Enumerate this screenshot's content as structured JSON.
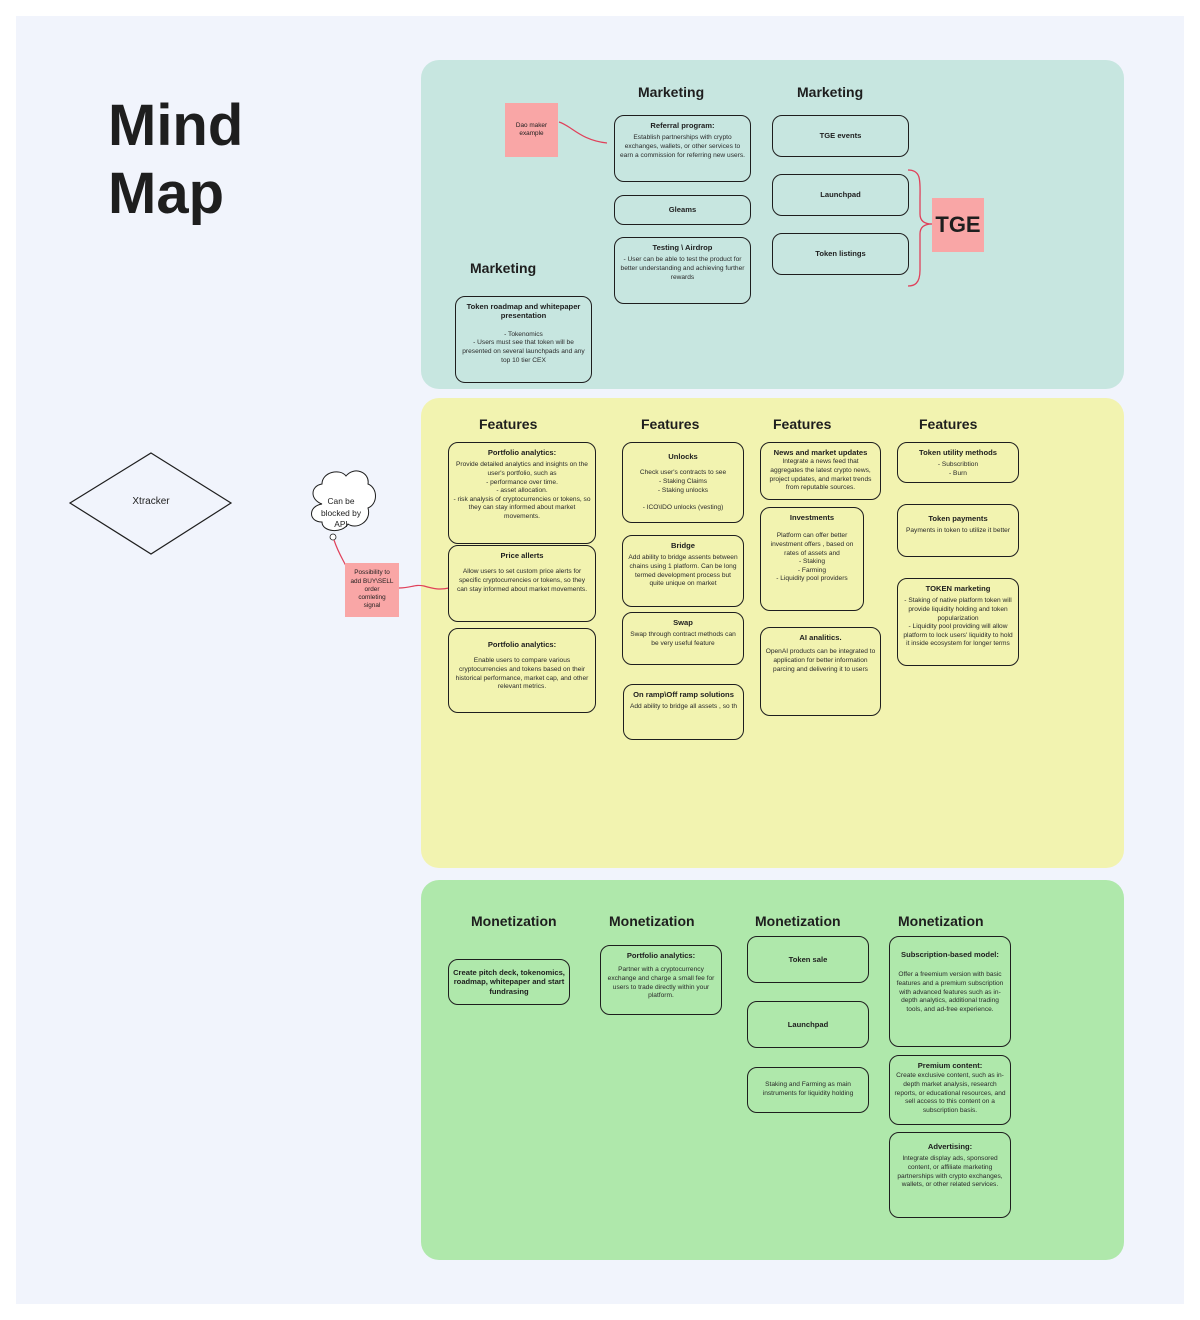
{
  "diagram": {
    "title_line1": "Mind",
    "title_line2": "Map",
    "root_node": "Xtracker",
    "cloud_note": "Can be\nblocked by\nAPI",
    "note_buy_sell": "Possibility to\nadd BUY\\SELL\norder\ncomleting\nsignal",
    "note_dao_maker": "Dao maker\nexample",
    "tge_label": "TGE"
  },
  "colors": {
    "board": "#f1f4fc",
    "marketing_panel": "#c7e6e0",
    "features_panel": "#f2f3b0",
    "monetization_panel": "#afe8ab",
    "sticky": "#f9a6a6",
    "connector": "#e0405a"
  },
  "marketing": {
    "headers": [
      "Marketing",
      "Marketing",
      "Marketing"
    ],
    "cards": [
      {
        "title": "Referral program:",
        "body": "Establish partnerships with crypto exchanges, wallets, or other services to earn a commission for referring new users."
      },
      {
        "title": "Gleams",
        "body": ""
      },
      {
        "title": "Testing \\ Airdrop",
        "body": "- User can be able to test the product for better understanding and achieving further rewards"
      },
      {
        "title": "TGE events",
        "body": ""
      },
      {
        "title": "Launchpad",
        "body": ""
      },
      {
        "title": "Token listings",
        "body": ""
      },
      {
        "title": "Token roadmap and whitepaper presentation",
        "body": "- Tokenomics\n- Users must see that token will be presented on several launchpads and any top 10 tier CEX"
      }
    ]
  },
  "features": {
    "headers": [
      "Features",
      "Features",
      "Features",
      "Features"
    ],
    "cards": [
      {
        "title": "Portfolio analytics:",
        "body": "Provide detailed analytics and insights on the user's portfolio, such as\n- performance over time.\n- asset allocation.\n- risk analysis  of cryptocurrencies or tokens, so they can stay informed about market movements."
      },
      {
        "title": "Price allerts",
        "body": "Allow users to set custom price alerts for specific cryptocurrencies or tokens, so they can stay informed about market movements."
      },
      {
        "title": "Portfolio analytics:",
        "body": "Enable users to compare various cryptocurrencies and tokens based on their historical performance, market cap, and other relevant metrics."
      },
      {
        "title": "Unlocks",
        "body": "Check user's contracts to see\n- Staking Claims\n- Staking unlocks\n\n- ICO\\IDO unlocks (vesting)"
      },
      {
        "title": "Bridge",
        "body": "Add ability to bridge assents between chains using 1 platform. Can be long termed development process but quite unique on market"
      },
      {
        "title": "Swap",
        "body": "Swap through contract methods can be very useful feature"
      },
      {
        "title": "On ramp\\Off ramp solutions",
        "body": "Add ability to bridge all assets , so th"
      },
      {
        "title": "News and market updates",
        "body": "Integrate a news feed that aggregates the latest crypto news, project updates, and market trends from reputable sources."
      },
      {
        "title": "Investments",
        "body": "Platform can offer better investment offers , based on rates of assets and\n- Staking\n- Farming\n- Liquidity pool providers"
      },
      {
        "title": "AI analitics.",
        "body": "OpenAI products can be integrated to application for better information parcing and delivering it to users"
      },
      {
        "title": "Token utility methods",
        "body": "- Subscribtion\n- Burn"
      },
      {
        "title": "Token payments",
        "body": "Payments in token to utilize it better"
      },
      {
        "title": "TOKEN marketing",
        "body": "- Staking of native platform token will provide liquidity holding and token popularization\n- Liquidity pool providing will allow platform to lock users' liquidity to hold it inside ecosystem for longer terms"
      }
    ]
  },
  "monetization": {
    "headers": [
      "Monetization",
      "Monetization",
      "Monetization",
      "Monetization"
    ],
    "cards": [
      {
        "title": "Create pitch deck, tokenomics, roadmap, whitepaper and start fundrasing",
        "body": ""
      },
      {
        "title": "Portfolio analytics:",
        "body": "Partner with a cryptocurrency exchange and charge a small fee for users to trade directly within your platform."
      },
      {
        "title": "Token sale",
        "body": ""
      },
      {
        "title": "Launchpad",
        "body": ""
      },
      {
        "title": "",
        "body": "Staking and Farming as main instruments for liquidity holding"
      },
      {
        "title": "Subscription-based model:",
        "body": "Offer a freemium version with basic features and a premium subscription with advanced features such as in-depth analytics, additional trading tools, and ad-free experience."
      },
      {
        "title": "Premium content:",
        "body": "Create exclusive content, such as in-depth market analysis, research reports, or educational resources, and sell access to this content on a subscription basis."
      },
      {
        "title": "Advertising:",
        "body": "Integrate display ads, sponsored content, or affiliate marketing partnerships with crypto exchanges, wallets, or other related services."
      }
    ]
  }
}
